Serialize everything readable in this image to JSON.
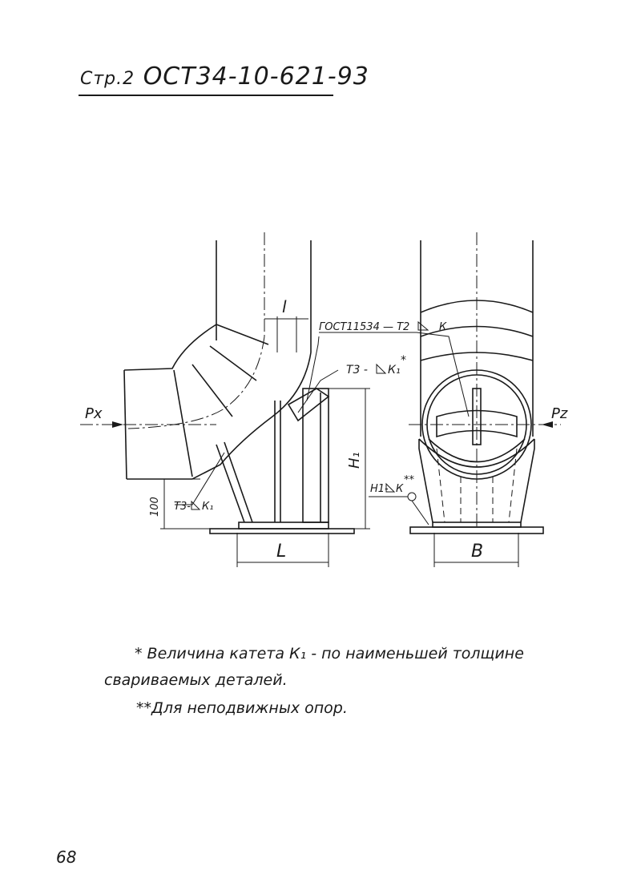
{
  "header": {
    "page_label": "Стр.2",
    "doc_code": "ОСТ34-10-621-93"
  },
  "drawing": {
    "labels": {
      "l": "l",
      "L": "L",
      "B": "B",
      "H1": "H₁",
      "dim_100": "100",
      "Px": "Px",
      "Pz": "Pz",
      "weld_gost": "ГОСТ11534 — Т2",
      "weld_k": "К",
      "weld_t3_top": "Т3 -",
      "weld_k1": "К₁",
      "weld_star": "*",
      "weld_t3_bottom": "Т3-",
      "weld_h1": "Н1-",
      "weld_star2": "**"
    }
  },
  "notes": {
    "note1_line1": "* Величина катета К₁ - по наименьшей толщине",
    "note1_line2": "свариваемых деталей.",
    "note2": "**Для неподвижных опор."
  },
  "footer": {
    "page_number": "68"
  }
}
